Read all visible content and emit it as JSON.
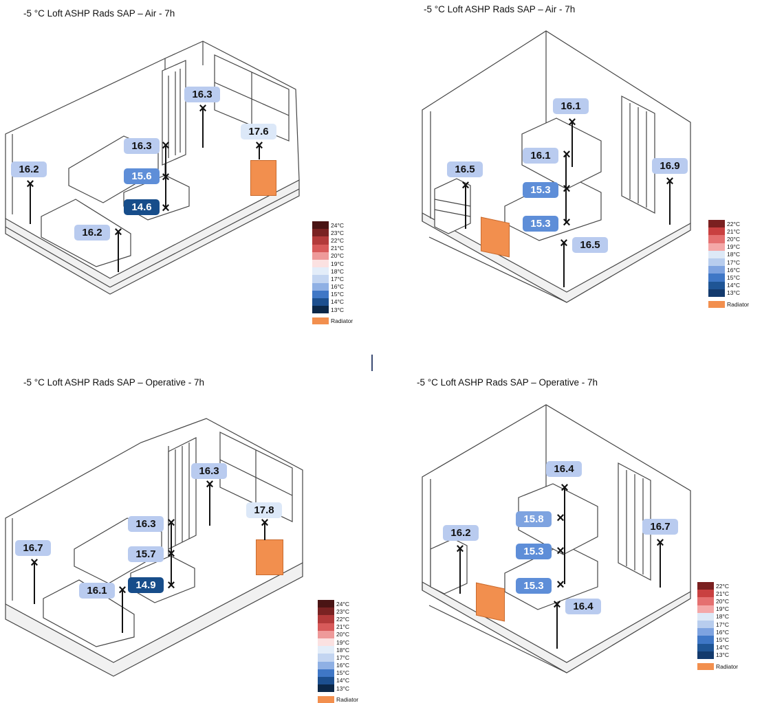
{
  "colors": {
    "radiator": "#f28f4e",
    "scale": [
      "#5c1a1a",
      "#8a2a2a",
      "#c94646",
      "#e36b6b",
      "#f2a1a1",
      "#fbd7d7",
      "#f7f0f0",
      "#dfeaf8",
      "#c2d4f0",
      "#9db8e6",
      "#5e8ed8",
      "#2d69b8",
      "#174d8a",
      "#0c2c57"
    ],
    "scale_b": [
      "#7a2020",
      "#c94040",
      "#e57070",
      "#f4a8a8",
      "#dde9f7",
      "#b8cdee",
      "#7ea3e0",
      "#3f77c6",
      "#1f5595",
      "#133a6d"
    ]
  },
  "panels": [
    {
      "title": "-5 °C Loft ASHP Rads SAP – Air - 7h",
      "legend_labels": [
        "24°C",
        "23°C",
        "22°C",
        "21°C",
        "20°C",
        "19°C",
        "18°C",
        "17°C",
        "16°C",
        "15°C",
        "14°C",
        "13°C"
      ],
      "radiator_label": "Radiator",
      "readings": [
        "16.3",
        "17.6",
        "16.3",
        "15.6",
        "14.6",
        "16.2",
        "16.2"
      ]
    },
    {
      "title": "-5 °C Loft ASHP Rads SAP – Air - 7h",
      "legend_labels": [
        "22°C",
        "21°C",
        "20°C",
        "19°C",
        "18°C",
        "17°C",
        "16°C",
        "15°C",
        "14°C",
        "13°C"
      ],
      "radiator_label": "Radiator",
      "readings": [
        "16.1",
        "16.1",
        "16.5",
        "15.3",
        "16.9",
        "15.3",
        "16.5"
      ]
    },
    {
      "title": "-5 °C Loft ASHP Rads SAP – Operative - 7h",
      "legend_labels": [
        "24°C",
        "23°C",
        "22°C",
        "21°C",
        "20°C",
        "19°C",
        "18°C",
        "17°C",
        "16°C",
        "15°C",
        "14°C",
        "13°C"
      ],
      "radiator_label": "Radiator",
      "readings": [
        "16.3",
        "17.8",
        "16.3",
        "15.7",
        "14.9",
        "16.7",
        "16.1"
      ]
    },
    {
      "title": "-5 °C Loft ASHP Rads SAP – Operative - 7h",
      "legend_labels": [
        "22°C",
        "21°C",
        "20°C",
        "19°C",
        "18°C",
        "17°C",
        "16°C",
        "15°C",
        "14°C",
        "13°C"
      ],
      "radiator_label": "Radiator",
      "readings": [
        "16.4",
        "15.8",
        "16.2",
        "15.3",
        "16.7",
        "15.3",
        "16.4"
      ]
    }
  ]
}
